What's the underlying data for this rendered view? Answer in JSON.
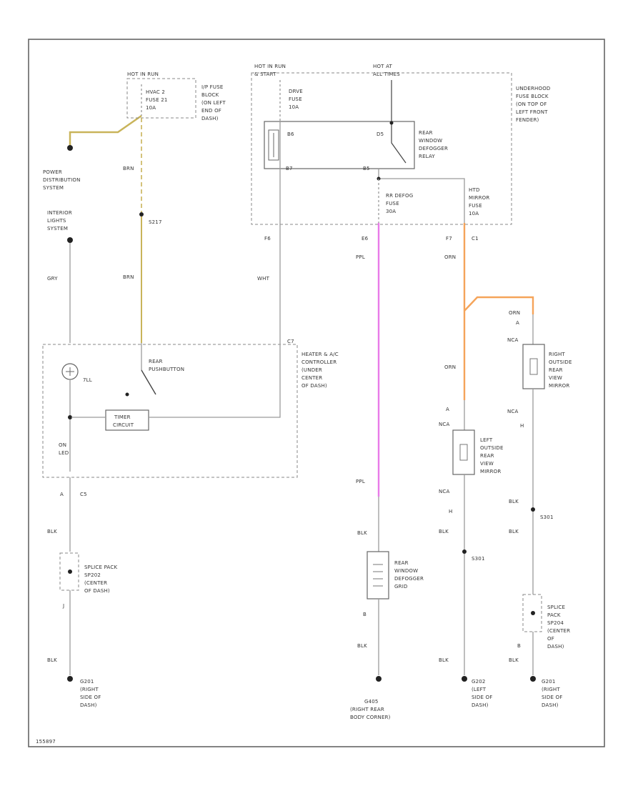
{
  "diagram": {
    "wire_colors": {
      "brn": "#c9b45a",
      "ppl": "#e97be9",
      "orn": "#f5a45a",
      "plain": "#9a9a9a"
    },
    "power_dist": [
      "POWER",
      "DISTRIBUTION",
      "SYSTEM"
    ],
    "hot_run_left": "HOT IN RUN",
    "ip_fuse_box": [
      "HVAC 2",
      "FUSE 21",
      "10A"
    ],
    "ip_fuse_block": [
      "I/P FUSE",
      "BLOCK",
      "(ON LEFT",
      "END OF",
      "DASH)"
    ],
    "interior_lights": [
      "INTERIOR",
      "LIGHTS",
      "SYSTEM"
    ],
    "hot_run_start": [
      "HOT IN RUN",
      "& START"
    ],
    "hot_all_times": [
      "HOT AT",
      "ALL TIMES"
    ],
    "defog_fuse_top": [
      "DRVE",
      "FUSE",
      "10A"
    ],
    "relay_pins": {
      "b6": "B6",
      "b7": "B7",
      "d5": "D5",
      "b5": "B5"
    },
    "relay_label": [
      "REAR",
      "WINDOW",
      "DEFOGGER",
      "RELAY"
    ],
    "underhood": [
      "UNDERHOOD",
      "FUSE BLOCK",
      "(ON TOP OF",
      "LEFT FRONT",
      "FENDER)"
    ],
    "rr_defog_fuse": [
      "RR DEFOG",
      "FUSE",
      "30A"
    ],
    "htd_mirror_fuse": [
      "HTD",
      "MIRROR",
      "FUSE",
      "10A"
    ],
    "conn_codes": {
      "f6": "F6",
      "e6": "E6",
      "f7": "F7",
      "c1": "C1",
      "c7": "C7",
      "c5": "C5",
      "a": "A",
      "b": "B",
      "j": "J",
      "h": "H"
    },
    "wire_labels": {
      "brn": "BRN",
      "gry": "GRY",
      "wht": "WHT",
      "ppl": "PPL",
      "orn": "ORN",
      "blk": "BLK",
      "nca": "NCA"
    },
    "splice_s217": "S217",
    "splice_s301": "S301",
    "rear_pushbutton": [
      "REAR",
      "PUSHBUTTON"
    ],
    "heater_ac": [
      "HEATER & A/C",
      "CONTROLLER",
      "(UNDER",
      "CENTER",
      "OF DASH)"
    ],
    "timer": [
      "TIMER",
      "CIRCUIT"
    ],
    "on_led": [
      "ON",
      "LED"
    ],
    "bulb_label": "7LL",
    "splice_pack_left": [
      "SPLICE PACK",
      "SP202",
      "(CENTER",
      "OF DASH)"
    ],
    "splice_pack_right": [
      "SPLICE",
      "PACK",
      "SP204",
      "(CENTER",
      "OF",
      "DASH)"
    ],
    "defog_grid": [
      "REAR",
      "WINDOW",
      "DEFOGGER",
      "GRID"
    ],
    "left_mirror": [
      "LEFT",
      "OUTSIDE",
      "REAR",
      "VIEW",
      "MIRROR"
    ],
    "right_mirror": [
      "RIGHT",
      "OUTSIDE",
      "REAR",
      "VIEW",
      "MIRROR"
    ],
    "ground_g201_left": [
      "G201",
      "(RIGHT",
      "SIDE OF",
      "DASH)"
    ],
    "ground_g405": [
      "G405",
      "(RIGHT REAR",
      "BODY CORNER)"
    ],
    "ground_g202": [
      "G202",
      "(LEFT",
      "SIDE OF",
      "DASH)"
    ],
    "ground_g201_right": [
      "G201",
      "(RIGHT",
      "SIDE OF",
      "DASH)"
    ],
    "figure_id": "155897"
  }
}
